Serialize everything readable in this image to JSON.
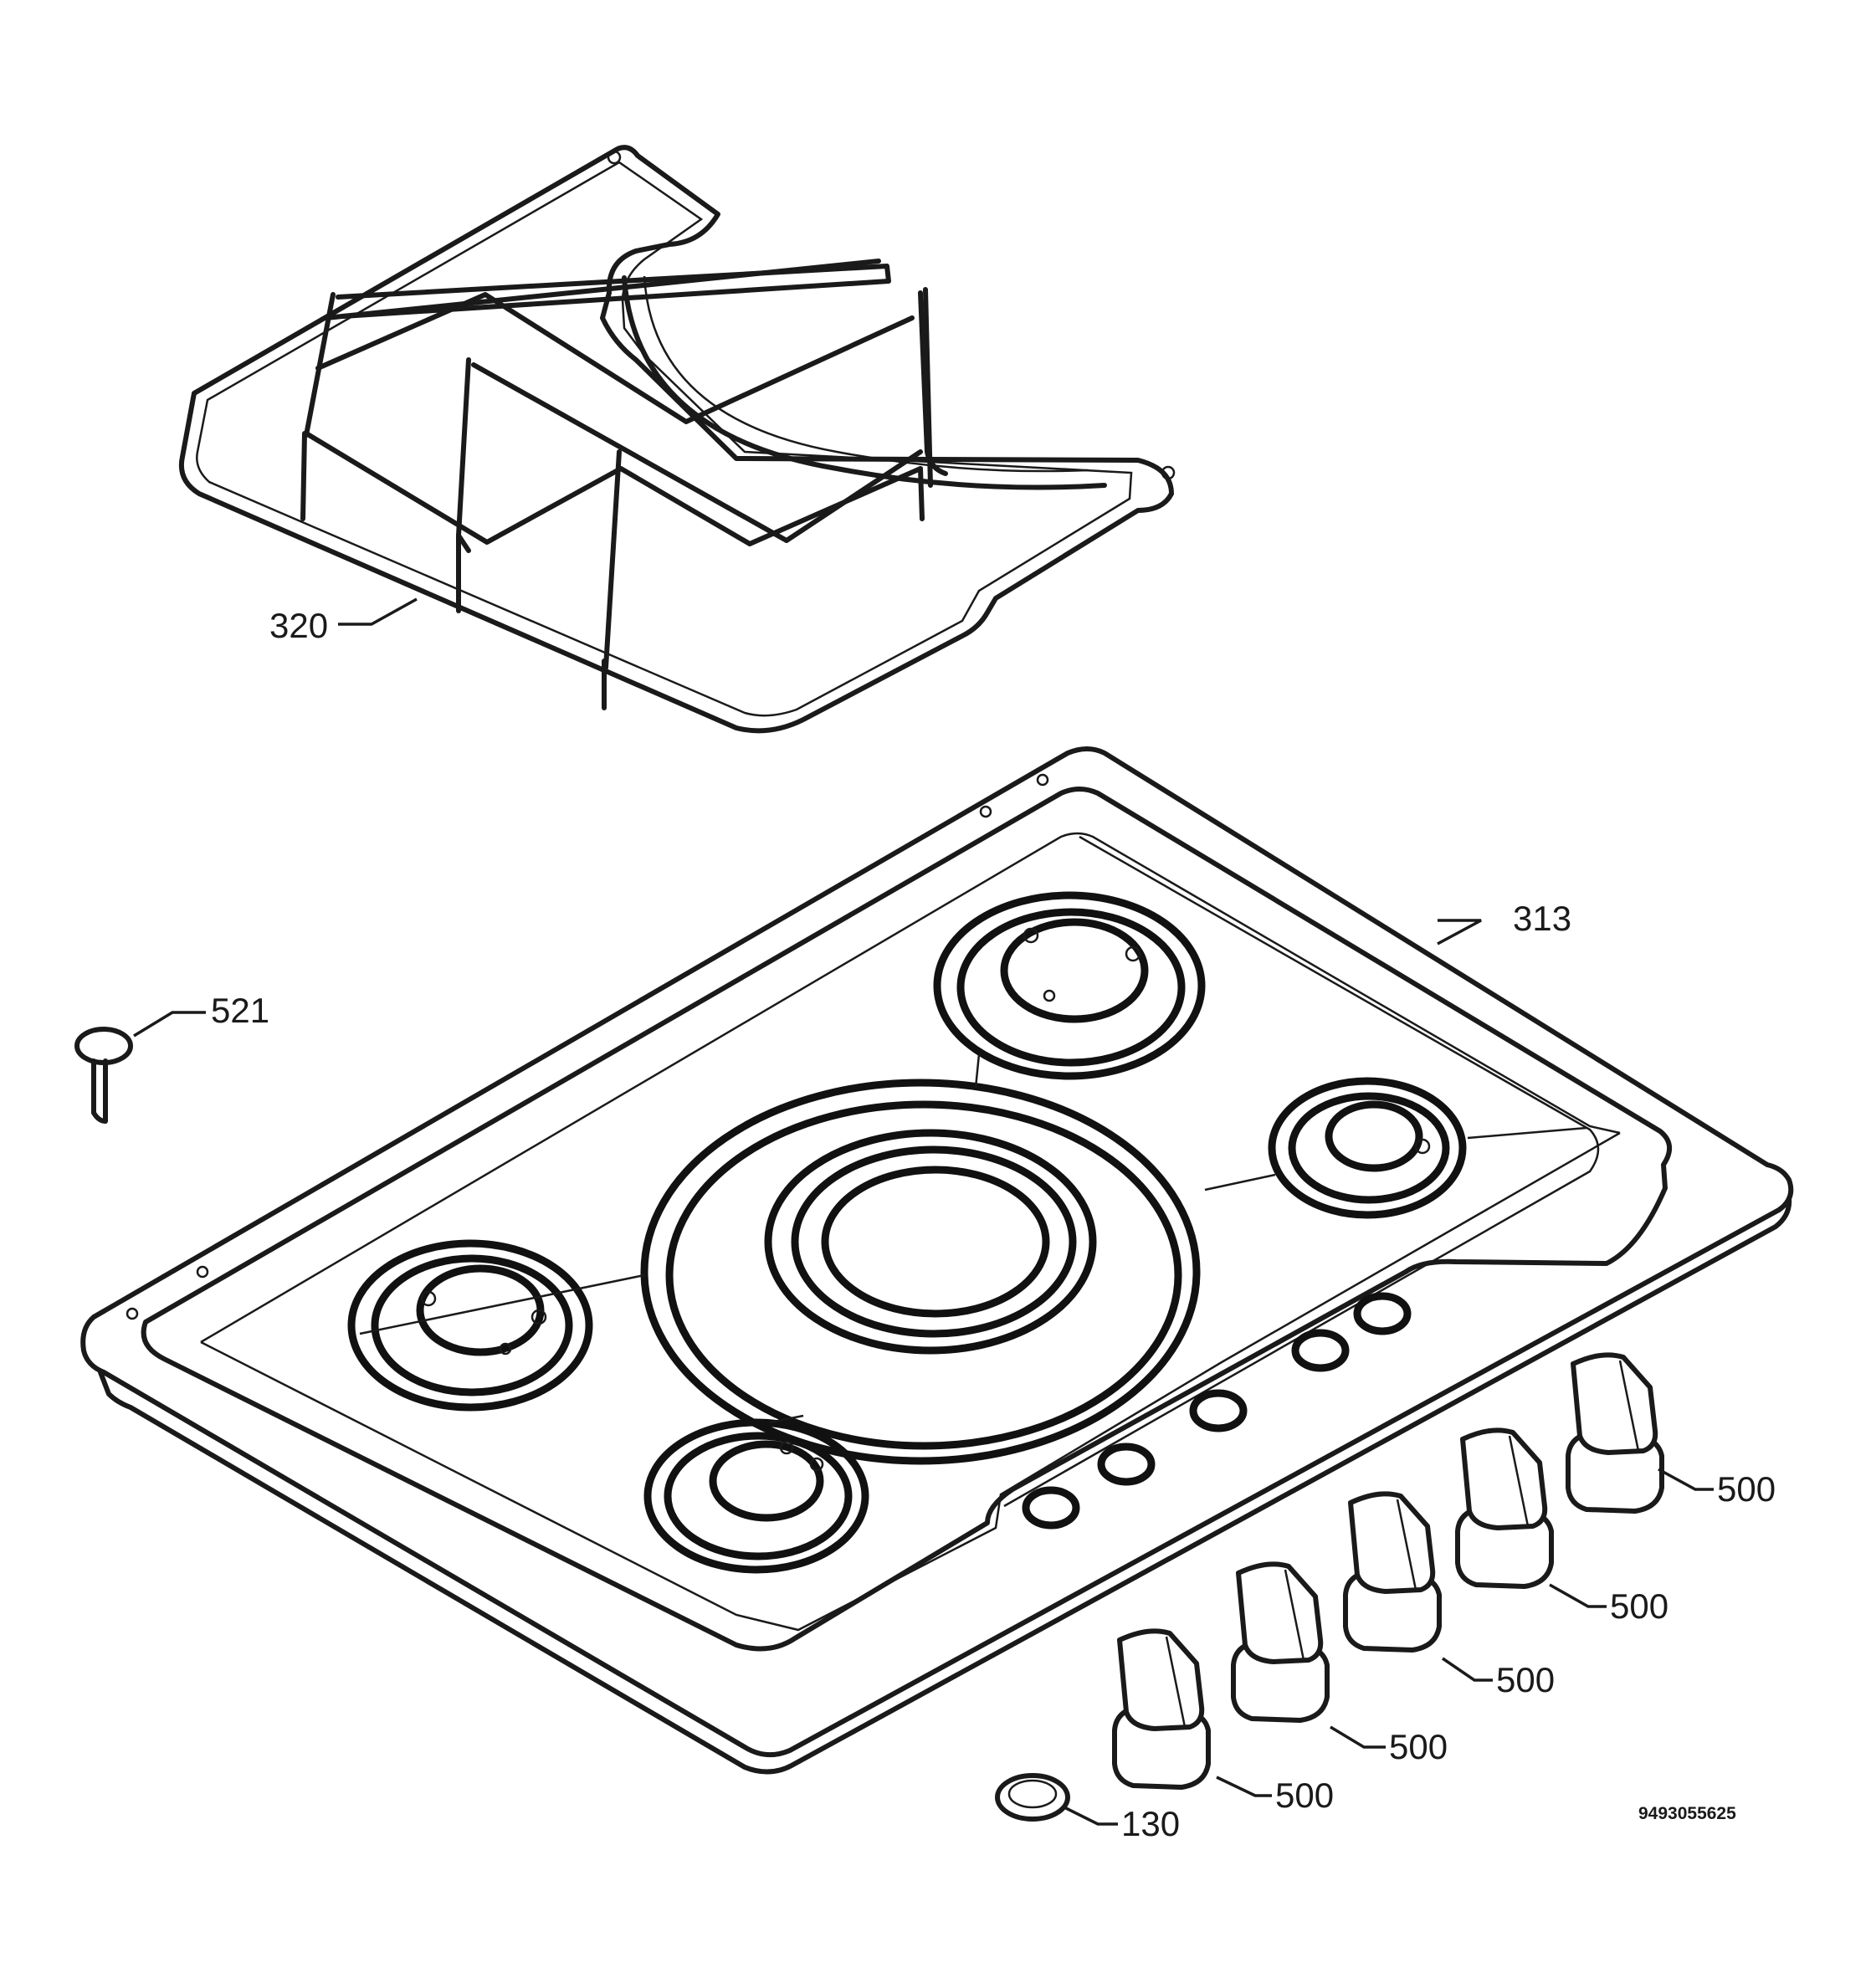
{
  "callouts": {
    "grate": "320",
    "hob_top": "313",
    "cap": "521",
    "knob_1": "500",
    "knob_2": "500",
    "knob_3": "500",
    "knob_4": "500",
    "knob_5": "500",
    "ring": "130"
  },
  "document_number": "9493055625"
}
